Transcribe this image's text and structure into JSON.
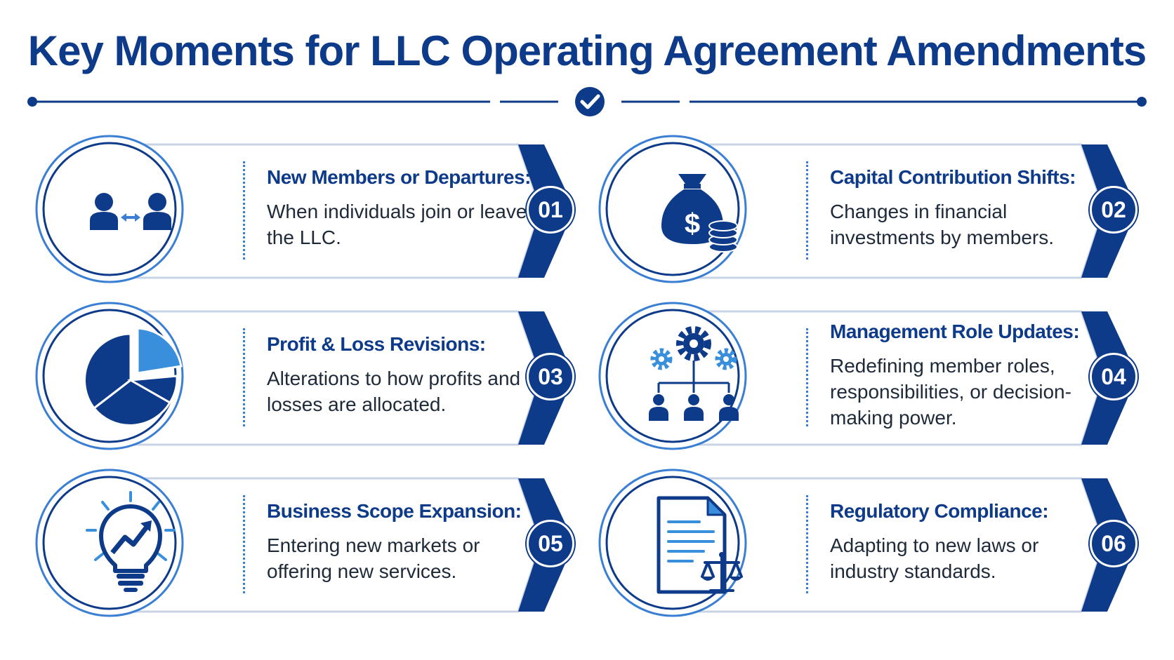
{
  "title": "Key Moments for LLC Operating Agreement Amendments",
  "colors": {
    "navy": "#0e3a8a",
    "accent_blue": "#3a7fd4",
    "text": "#1e2a3a",
    "card_border": "#c8d3e6"
  },
  "cards": [
    {
      "number": "01",
      "title": "New Members or Departures:",
      "description": "When individuals join or leave the LLC.",
      "icon": "members-exchange-icon"
    },
    {
      "number": "02",
      "title": "Capital Contribution Shifts:",
      "description": "Changes in financial investments by members.",
      "icon": "money-bag-icon"
    },
    {
      "number": "03",
      "title": "Profit & Loss Revisions:",
      "description": "Alterations to how profits and losses are allocated.",
      "icon": "pie-chart-icon"
    },
    {
      "number": "04",
      "title": "Management Role Updates:",
      "description": "Redefining member roles, responsibilities, or decision-making power.",
      "icon": "org-gears-icon"
    },
    {
      "number": "05",
      "title": "Business Scope Expansion:",
      "description": "Entering new markets or offering new services.",
      "icon": "lightbulb-growth-icon"
    },
    {
      "number": "06",
      "title": "Regulatory Compliance:",
      "description": "Adapting to new laws or industry standards.",
      "icon": "document-scales-icon"
    }
  ]
}
